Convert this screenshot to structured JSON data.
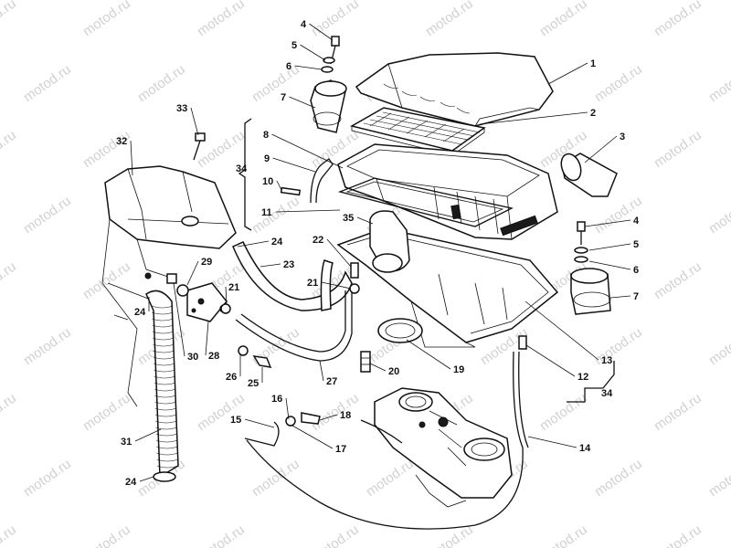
{
  "watermark": {
    "text": "motod.ru",
    "color": "#c9c9c9"
  },
  "callouts": [
    {
      "text": "1"
    },
    {
      "text": "2"
    },
    {
      "text": "3"
    },
    {
      "text": "4"
    },
    {
      "text": "5"
    },
    {
      "text": "6"
    },
    {
      "text": "7"
    },
    {
      "text": "4"
    },
    {
      "text": "5"
    },
    {
      "text": "6"
    },
    {
      "text": "7"
    },
    {
      "text": "8"
    },
    {
      "text": "9"
    },
    {
      "text": "10"
    },
    {
      "text": "11"
    },
    {
      "text": "12"
    },
    {
      "text": "13"
    },
    {
      "text": "34"
    },
    {
      "text": "14"
    },
    {
      "text": "15"
    },
    {
      "text": "16"
    },
    {
      "text": "17"
    },
    {
      "text": "18"
    },
    {
      "text": "19"
    },
    {
      "text": "20"
    },
    {
      "text": "21"
    },
    {
      "text": "21"
    },
    {
      "text": "22"
    },
    {
      "text": "23"
    },
    {
      "text": "24"
    },
    {
      "text": "24"
    },
    {
      "text": "24"
    },
    {
      "text": "25"
    },
    {
      "text": "26"
    },
    {
      "text": "27"
    },
    {
      "text": "28"
    },
    {
      "text": "29"
    },
    {
      "text": "30"
    },
    {
      "text": "31"
    },
    {
      "text": "32"
    },
    {
      "text": "33"
    },
    {
      "text": "34"
    },
    {
      "text": "35"
    }
  ]
}
